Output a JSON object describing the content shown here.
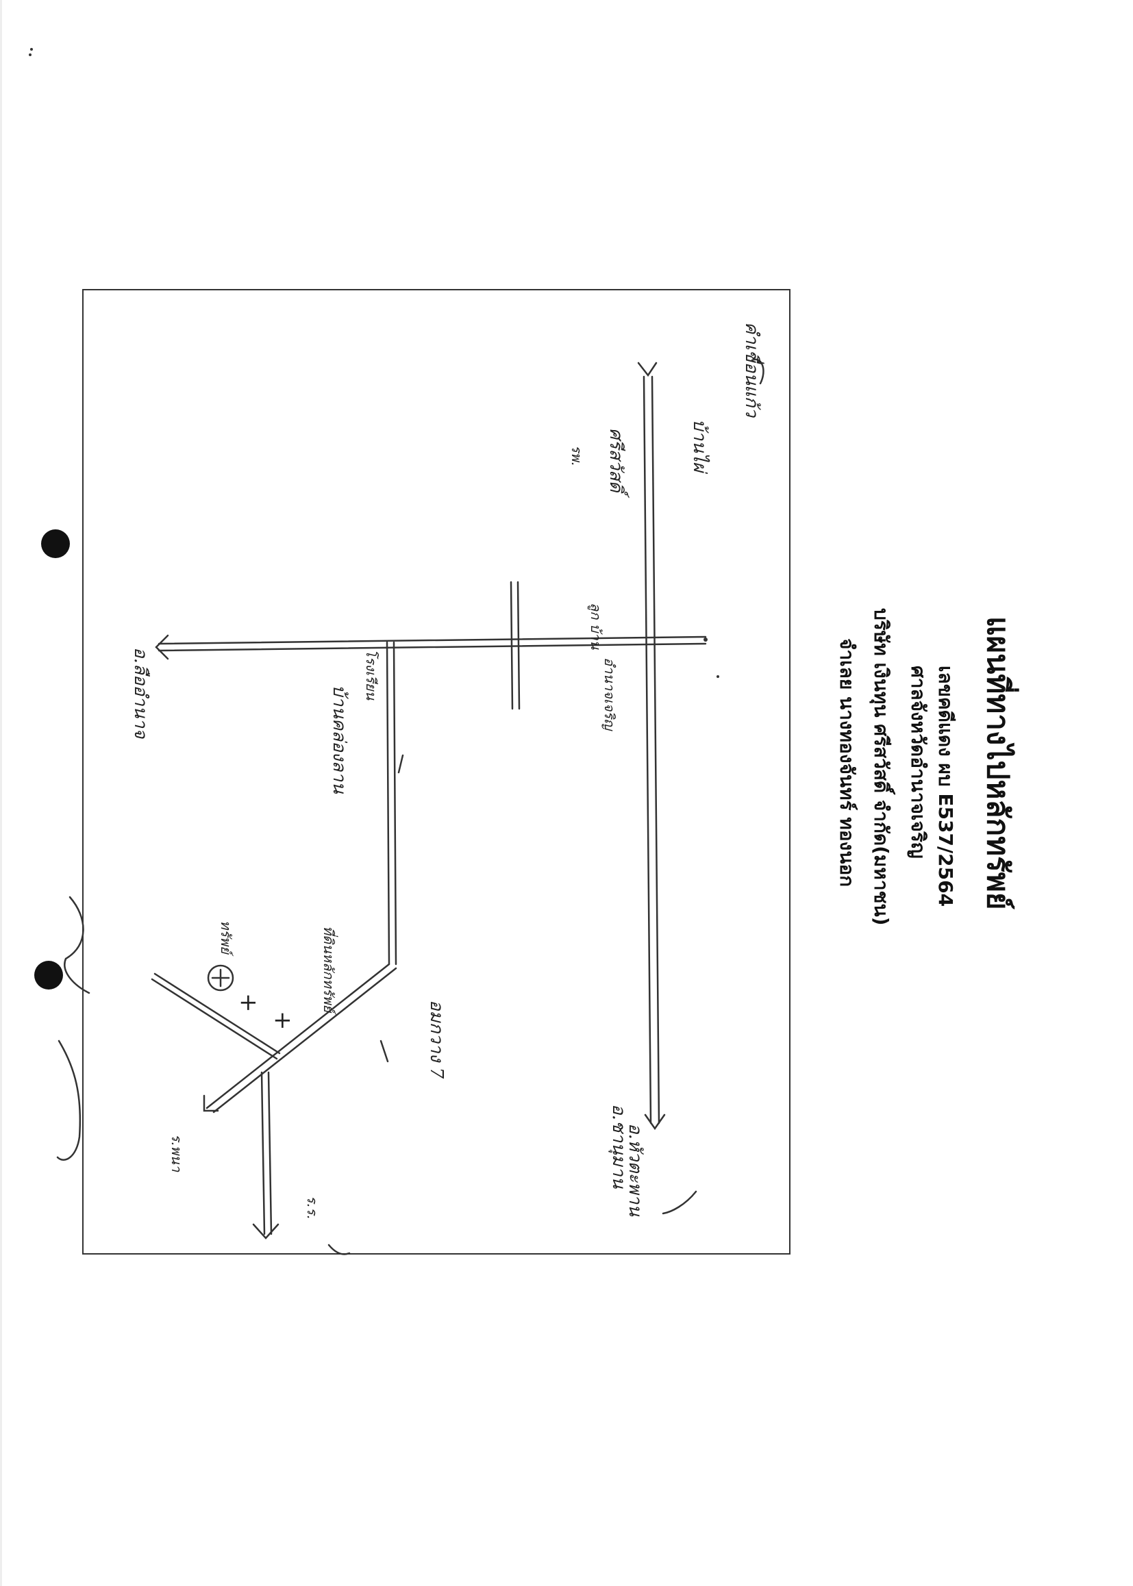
{
  "header": {
    "title": "แผนที่ทางไปหลักทรัพย์",
    "case_line": "เลขคดีแดง ผบ E537/2564",
    "court": "ศาลจังหวัดอำนาจเจริญ",
    "plaintiff": "บริษัท เงินทุน ศรีสวัสดิ์ จำกัด(มหาชน)",
    "defendant": "จำเลย นางทองจันทร์ ทองนอก"
  },
  "labels": {
    "top_left_village": "บ้านไผ่",
    "top_left_road": "คำเขื่อนแก้ว",
    "srisawat": "ศรีสวัสดิ์",
    "rao": "รพ.",
    "ban_nai": "ลูก บ้าน",
    "amphoe_road": "อำนาจเจริญ",
    "to_amnat": "อ.ลืออำนาจ",
    "pua_soy": "โรงเรียน",
    "khlong_lan": "บ้านคล่องลาน",
    "map_mark_label": "ทรัพย์",
    "plot_label": "ที่ดินหลักทรัพย์",
    "kwang_road": "อมกวาง 7",
    "to_nakhon": "อ.ชานุมาน",
    "to_muang": "อ.หัวตะพาน",
    "bottom_road": "ร.พนา",
    "bottom_right": "ร.ร."
  },
  "map_symbols": {
    "plot_markers": [
      "+",
      "+"
    ],
    "circle_marker": "⊕"
  }
}
